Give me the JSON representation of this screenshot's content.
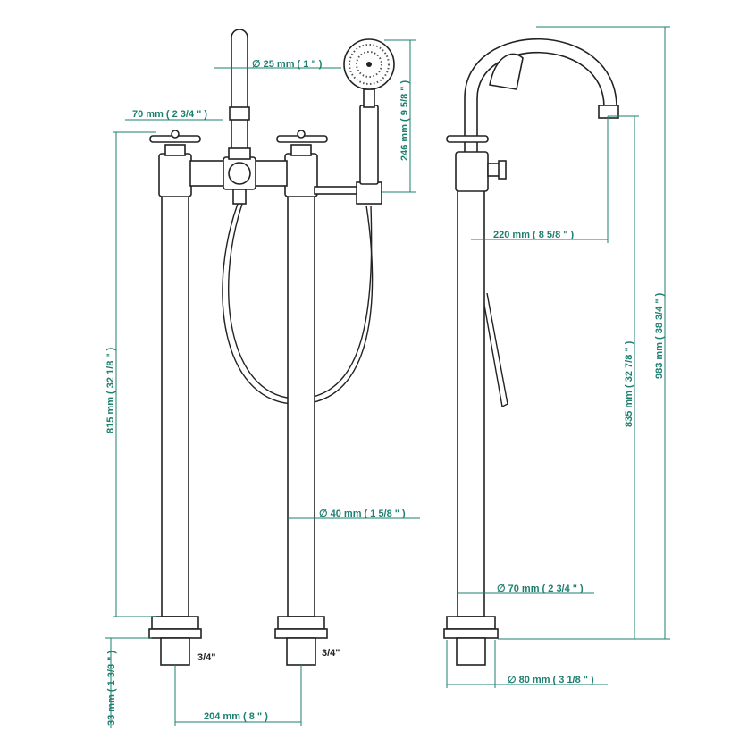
{
  "accent_color": "#1d7f6f",
  "labels": {
    "spout_diameter": "∅  25 mm ( 1 \" )",
    "handle_width": "70 mm ( 2 3/4 \" )",
    "shower_height": "246 mm ( 9 5/8 \" )",
    "spout_reach": "220 mm ( 8 5/8 \" )",
    "pipe_height": "815 mm ( 32 1/8 \" )",
    "spout_outlet_height": "835 mm ( 32 7/8 \" )",
    "total_height": "983 mm ( 38 3/4 \" )",
    "pipe_diameter": "∅  40 mm ( 1 5/8 \" )",
    "base_diameter_top": "∅  70 mm ( 2 3/4 \" )",
    "base_diameter_bottom": "∅  80 mm ( 3 1/8 \" )",
    "connection_left": "3/4\"",
    "connection_right": "3/4\"",
    "connector_height": "33 mm ( 1 3/8 \" )",
    "center_distance": "204 mm ( 8 \" )"
  }
}
